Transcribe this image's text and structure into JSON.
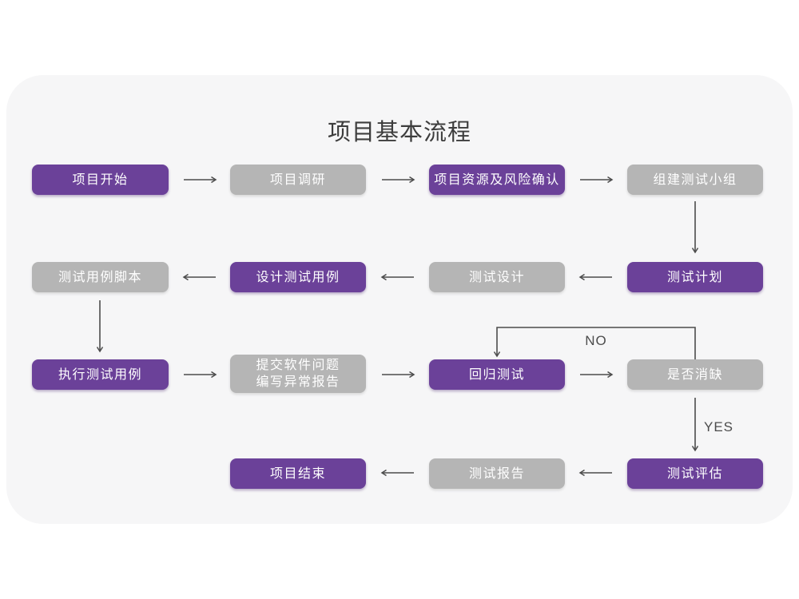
{
  "title": "项目基本流程",
  "colors": {
    "purple": "#6b4199",
    "gray": "#b5b5b5",
    "arrow": "#4c4c4c",
    "card_bg": "#f6f6f7",
    "box_text": "#ffffff",
    "title_text": "#3d3d3d"
  },
  "decision_labels": {
    "no": "NO",
    "yes": "YES"
  },
  "nodes": [
    {
      "id": "project-start",
      "label": "项目开始",
      "variant": "purple"
    },
    {
      "id": "project-research",
      "label": "项目调研",
      "variant": "gray"
    },
    {
      "id": "resource-risk",
      "label": "项目资源及风险确认",
      "variant": "purple"
    },
    {
      "id": "build-test-team",
      "label": "组建测试小组",
      "variant": "gray"
    },
    {
      "id": "test-plan",
      "label": "测试计划",
      "variant": "purple"
    },
    {
      "id": "test-design",
      "label": "测试设计",
      "variant": "gray"
    },
    {
      "id": "design-test-cases",
      "label": "设计测试用例",
      "variant": "purple"
    },
    {
      "id": "test-case-script",
      "label": "测试用例脚本",
      "variant": "gray"
    },
    {
      "id": "execute-test-cases",
      "label": "执行测试用例",
      "variant": "purple"
    },
    {
      "id": "submit-issues-report",
      "label": "提交软件问题\n编写异常报告",
      "variant": "gray"
    },
    {
      "id": "regression-test",
      "label": "回归测试",
      "variant": "purple"
    },
    {
      "id": "defect-resolved",
      "label": "是否消缺",
      "variant": "gray"
    },
    {
      "id": "test-evaluation",
      "label": "测试评估",
      "variant": "purple"
    },
    {
      "id": "test-report",
      "label": "测试报告",
      "variant": "gray"
    },
    {
      "id": "project-end",
      "label": "项目结束",
      "variant": "purple"
    }
  ]
}
